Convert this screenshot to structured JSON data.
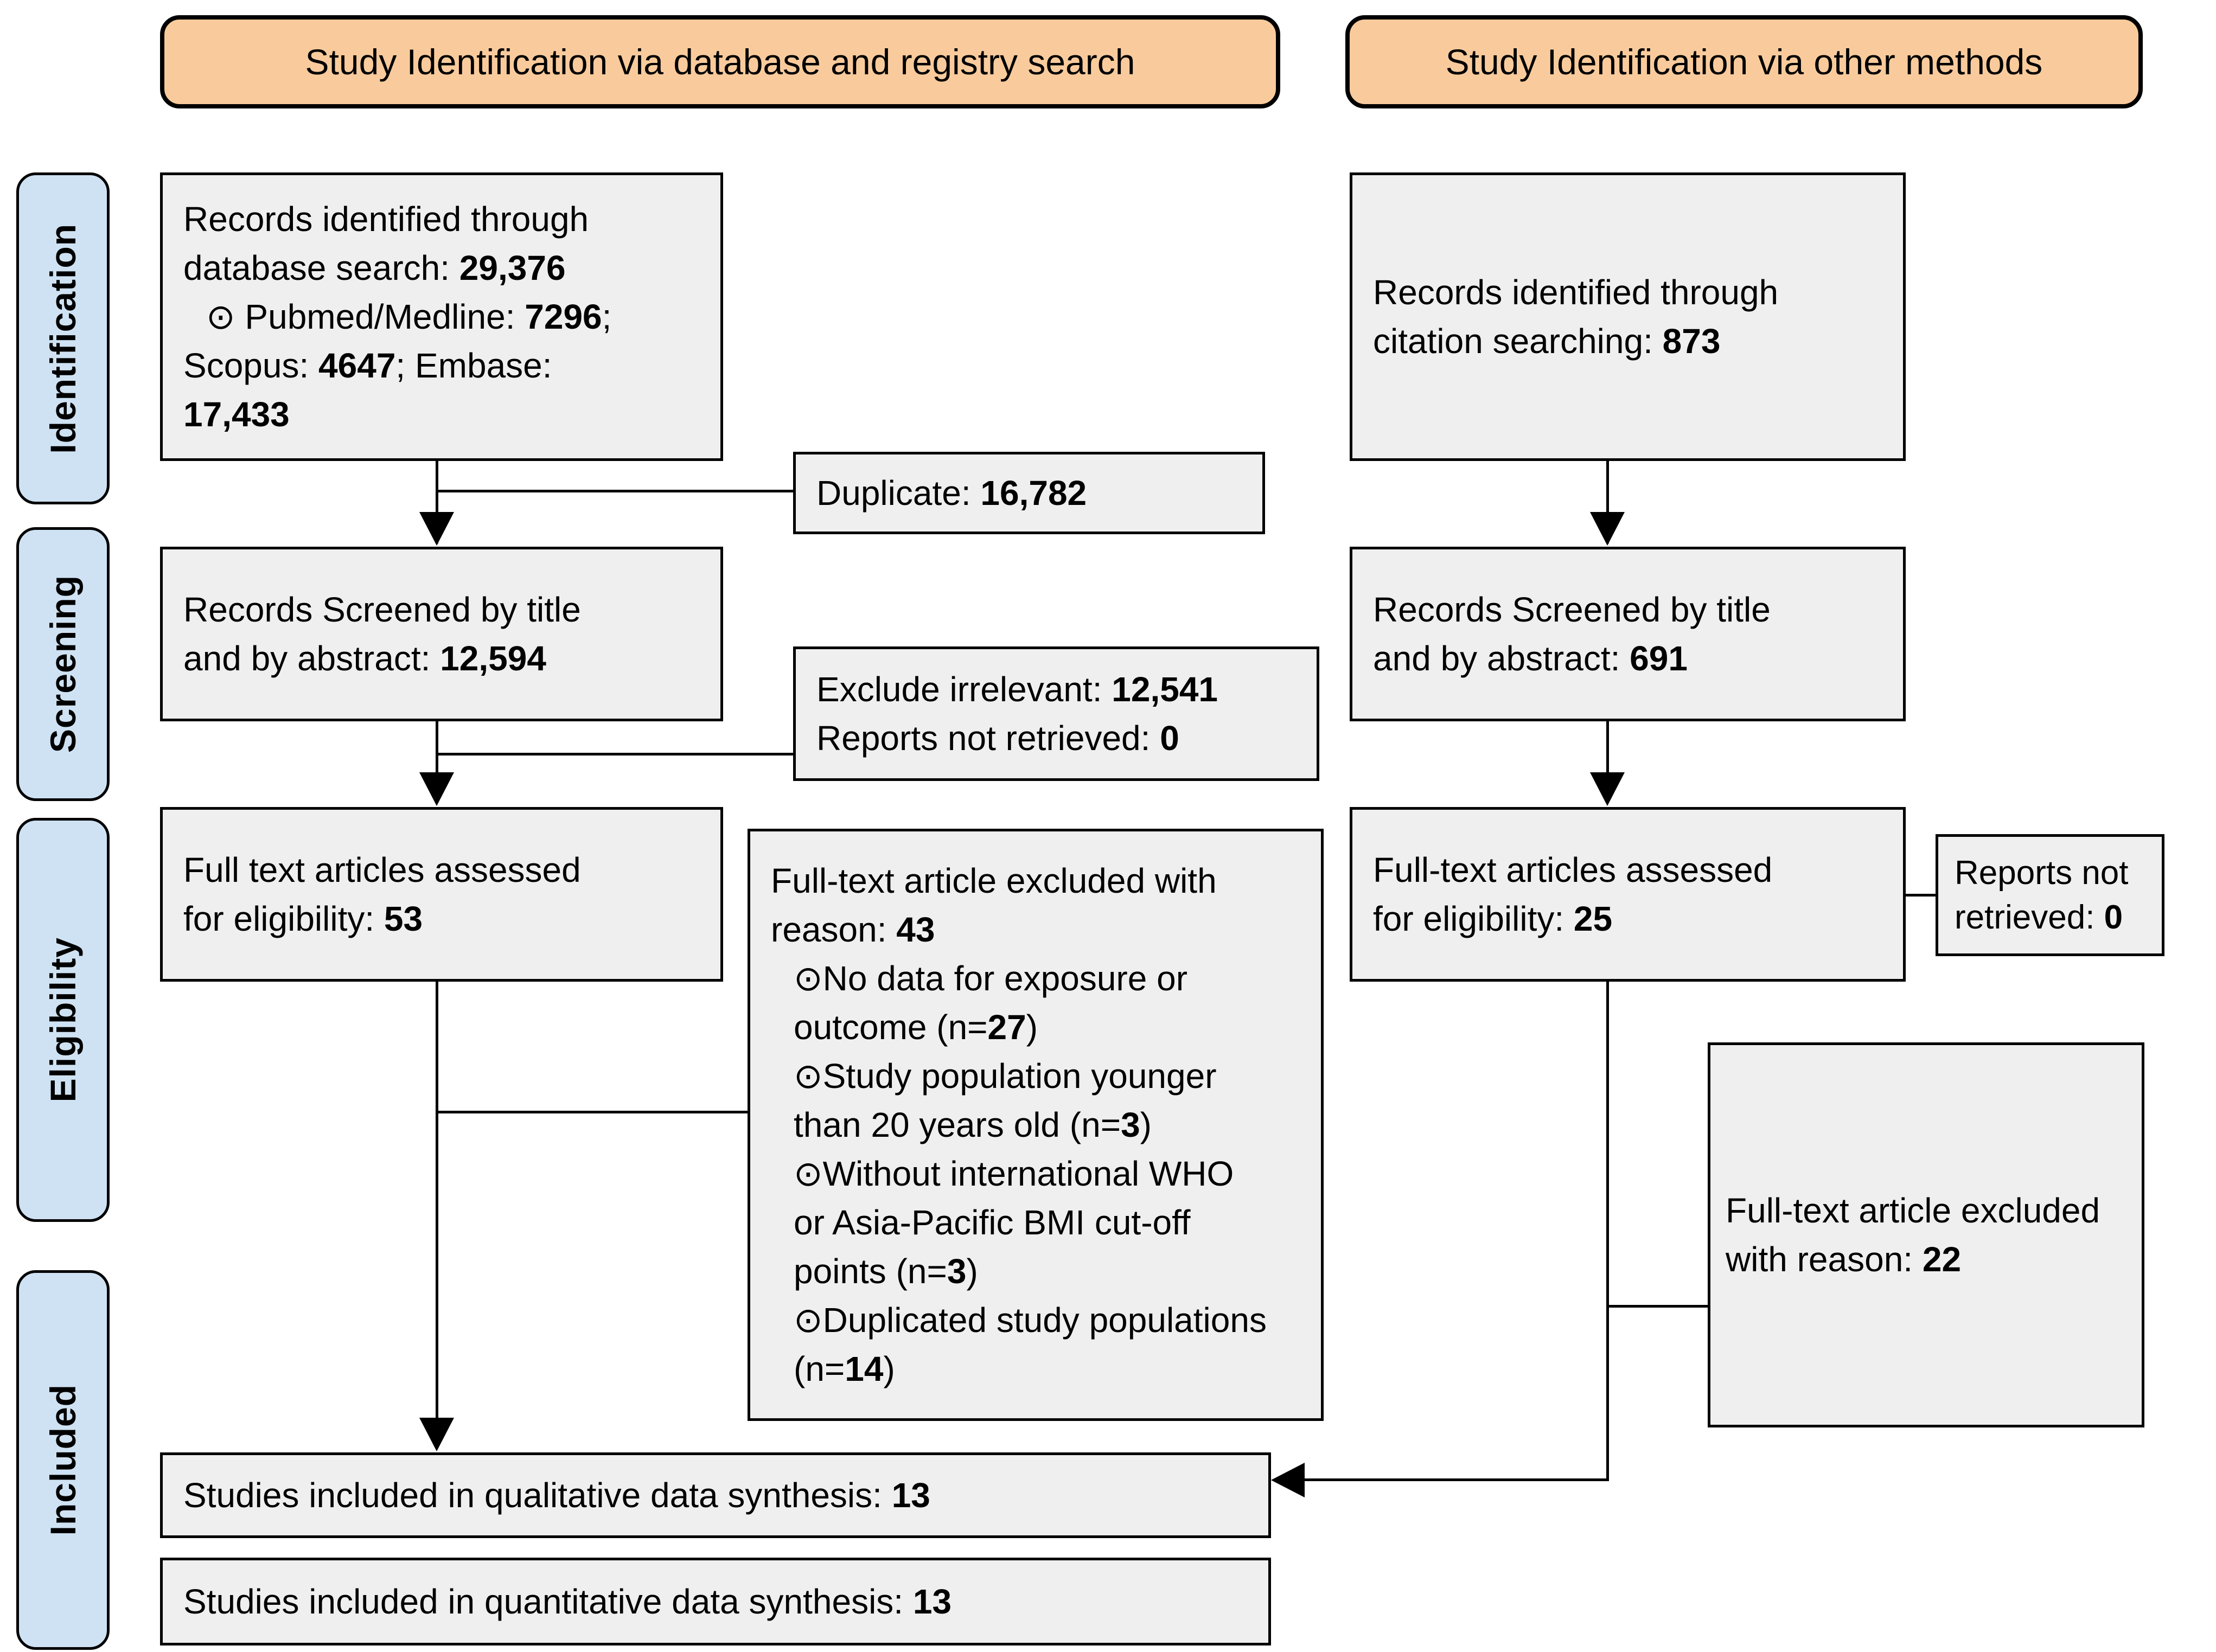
{
  "colors": {
    "header_fill": "#f9cb9c",
    "stage_fill": "#cfe2f3",
    "box_fill": "#efefef",
    "line_color": "#000000"
  },
  "bullet_glyph": "⊙",
  "headers": {
    "left": "Study Identification via database and registry search",
    "right": "Study Identification via other methods"
  },
  "stages": [
    {
      "label": "Identification"
    },
    {
      "label": "Screening"
    },
    {
      "label": "Eligibility"
    },
    {
      "label": "Included"
    }
  ],
  "boxes": {
    "db_identified": {
      "lines": [
        {
          "runs": [
            {
              "t": "Records identified through"
            }
          ]
        },
        {
          "runs": [
            {
              "t": "database search: "
            },
            {
              "t": "29,376",
              "b": true
            }
          ]
        },
        {
          "indent": true,
          "runs": [
            {
              "t": "⊙ ",
              "icon": "circled-dot-bullet"
            },
            {
              "t": "Pubmed/Medline: "
            },
            {
              "t": "7296",
              "b": true
            },
            {
              "t": ";"
            }
          ]
        },
        {
          "runs": [
            {
              "t": "Scopus: "
            },
            {
              "t": "4647",
              "b": true
            },
            {
              "t": "; Embase:"
            }
          ]
        },
        {
          "runs": [
            {
              "t": "17,433",
              "b": true
            }
          ]
        }
      ]
    },
    "duplicate": {
      "lines": [
        {
          "runs": [
            {
              "t": "Duplicate: "
            },
            {
              "t": "16,782",
              "b": true
            }
          ]
        }
      ]
    },
    "screened_left": {
      "lines": [
        {
          "runs": [
            {
              "t": "Records Screened by title"
            }
          ]
        },
        {
          "runs": [
            {
              "t": "and by abstract: "
            },
            {
              "t": "12,594",
              "b": true
            }
          ]
        }
      ]
    },
    "exclude_irrelevant": {
      "lines": [
        {
          "runs": [
            {
              "t": "Exclude irrelevant: "
            },
            {
              "t": "12,541",
              "b": true
            }
          ]
        },
        {
          "runs": [
            {
              "t": "Reports not retrieved: "
            },
            {
              "t": "0",
              "b": true
            }
          ]
        }
      ]
    },
    "fulltext_left": {
      "lines": [
        {
          "runs": [
            {
              "t": "Full text articles assessed"
            }
          ]
        },
        {
          "runs": [
            {
              "t": "for eligibility: "
            },
            {
              "t": "53",
              "b": true
            }
          ]
        }
      ]
    },
    "excluded_reasons": {
      "lines": [
        {
          "runs": [
            {
              "t": "Full-text article excluded with"
            }
          ]
        },
        {
          "runs": [
            {
              "t": "reason: "
            },
            {
              "t": "43",
              "b": true
            }
          ]
        },
        {
          "indent": true,
          "runs": [
            {
              "t": "⊙",
              "icon": "circled-dot-bullet"
            },
            {
              "t": "No data for exposure or"
            }
          ]
        },
        {
          "indent": true,
          "runs": [
            {
              "t": "outcome (n="
            },
            {
              "t": "27",
              "b": true
            },
            {
              "t": ")"
            }
          ]
        },
        {
          "indent": true,
          "runs": [
            {
              "t": "⊙",
              "icon": "circled-dot-bullet"
            },
            {
              "t": "Study population younger"
            }
          ]
        },
        {
          "indent": true,
          "runs": [
            {
              "t": "than 20 years old (n="
            },
            {
              "t": "3",
              "b": true
            },
            {
              "t": ")"
            }
          ]
        },
        {
          "indent": true,
          "runs": [
            {
              "t": "⊙",
              "icon": "circled-dot-bullet"
            },
            {
              "t": "Without international WHO"
            }
          ]
        },
        {
          "indent": true,
          "runs": [
            {
              "t": "or Asia-Pacific BMI cut-off"
            }
          ]
        },
        {
          "indent": true,
          "runs": [
            {
              "t": "points (n="
            },
            {
              "t": "3",
              "b": true
            },
            {
              "t": ")"
            }
          ]
        },
        {
          "indent": true,
          "runs": [
            {
              "t": "⊙",
              "icon": "circled-dot-bullet"
            },
            {
              "t": "Duplicated study populations"
            }
          ]
        },
        {
          "indent": true,
          "runs": [
            {
              "t": "(n="
            },
            {
              "t": "14",
              "b": true
            },
            {
              "t": ")"
            }
          ]
        }
      ]
    },
    "citation_identified": {
      "lines": [
        {
          "runs": [
            {
              "t": "Records identified through"
            }
          ]
        },
        {
          "runs": [
            {
              "t": "citation searching: "
            },
            {
              "t": "873",
              "b": true
            }
          ]
        }
      ]
    },
    "screened_right": {
      "lines": [
        {
          "runs": [
            {
              "t": "Records Screened by title"
            }
          ]
        },
        {
          "runs": [
            {
              "t": "and by abstract: "
            },
            {
              "t": "691",
              "b": true
            }
          ]
        }
      ]
    },
    "fulltext_right": {
      "lines": [
        {
          "runs": [
            {
              "t": "Full-text articles assessed"
            }
          ]
        },
        {
          "runs": [
            {
              "t": "for eligibility: "
            },
            {
              "t": "25",
              "b": true
            }
          ]
        }
      ]
    },
    "reports_not_retrieved": {
      "lines": [
        {
          "runs": [
            {
              "t": "Reports not"
            }
          ]
        },
        {
          "runs": [
            {
              "t": "retrieved: "
            },
            {
              "t": "0",
              "b": true
            }
          ]
        }
      ]
    },
    "excluded_22": {
      "lines": [
        {
          "runs": [
            {
              "t": "Full-text article excluded"
            }
          ]
        },
        {
          "runs": [
            {
              "t": "with reason: "
            },
            {
              "t": "22",
              "b": true
            }
          ]
        }
      ]
    },
    "qualitative": {
      "lines": [
        {
          "runs": [
            {
              "t": "Studies included in qualitative data synthesis: "
            },
            {
              "t": "13",
              "b": true
            }
          ]
        }
      ]
    },
    "quantitative": {
      "lines": [
        {
          "runs": [
            {
              "t": "Studies included in quantitative data synthesis: "
            },
            {
              "t": "13",
              "b": true
            }
          ]
        }
      ]
    }
  }
}
